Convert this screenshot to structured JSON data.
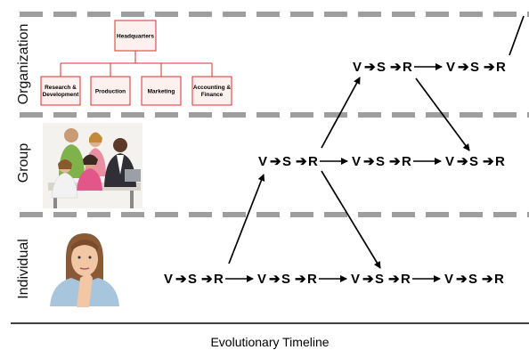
{
  "levels": {
    "organization": "Organization",
    "group": "Group",
    "individual": "Individual"
  },
  "timeline_label": "Evolutionary Timeline",
  "org_chart": {
    "top": "Headquarters",
    "departments": [
      [
        "Research &",
        "Development"
      ],
      [
        "Production"
      ],
      [
        "Marketing"
      ],
      [
        "Accounting &",
        "Finance"
      ]
    ]
  },
  "sequence": {
    "v": "V",
    "s": "S",
    "r": "R",
    "short_arrow": "➔",
    "long_arrow": "⟶"
  },
  "colors": {
    "dash": "#9e9e9e",
    "org_box_border": "#d9302c",
    "org_box_fill": "#fdf1f0",
    "line": "#000000"
  }
}
